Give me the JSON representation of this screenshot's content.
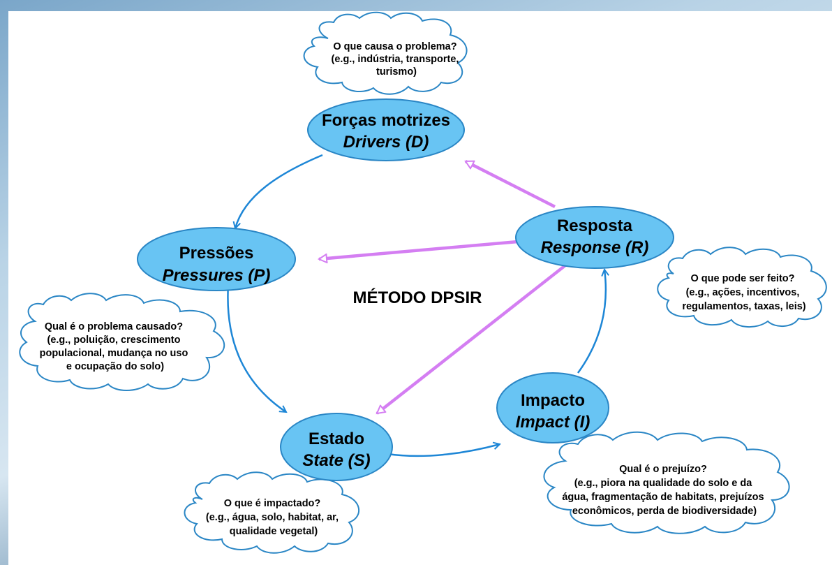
{
  "title": "MÉTODO DPSIR",
  "colors": {
    "node_fill": "#68c4f3",
    "node_stroke": "#2a86c5",
    "flow_arrow": "#1d86d6",
    "response_arrow": "#d47ef2"
  },
  "nodes": {
    "drivers": {
      "main": "Forças motrizes",
      "sub": "Drivers (D)"
    },
    "pressures": {
      "main": "Pressões",
      "sub": "Pressures (P)"
    },
    "state": {
      "main": "Estado",
      "sub": "State (S)"
    },
    "impact": {
      "main": "Impacto",
      "sub": "Impact (I)"
    },
    "response": {
      "main": "Resposta",
      "sub": "Response (R)"
    }
  },
  "clouds": {
    "drivers": [
      "O que causa o problema?",
      "(e.g., indústria, transporte,",
      "turismo)"
    ],
    "pressures": [
      "Qual é o problema causado?",
      "(e.g., poluição, crescimento",
      "populacional, mudança no uso",
      "e ocupação do solo)"
    ],
    "state": [
      "O que é impactado?",
      "(e.g., água, solo, habitat, ar,",
      "qualidade vegetal)"
    ],
    "impact": [
      "Qual é o prejuízo?",
      "(e.g., piora na qualidade do solo e da",
      "água, fragmentação de habitats, prejuízos",
      "econômicos, perda de biodiversidade)"
    ],
    "response": [
      "O que pode ser feito?",
      "(e.g., ações, incentivos,",
      "regulamentos, taxas, leis)"
    ]
  }
}
